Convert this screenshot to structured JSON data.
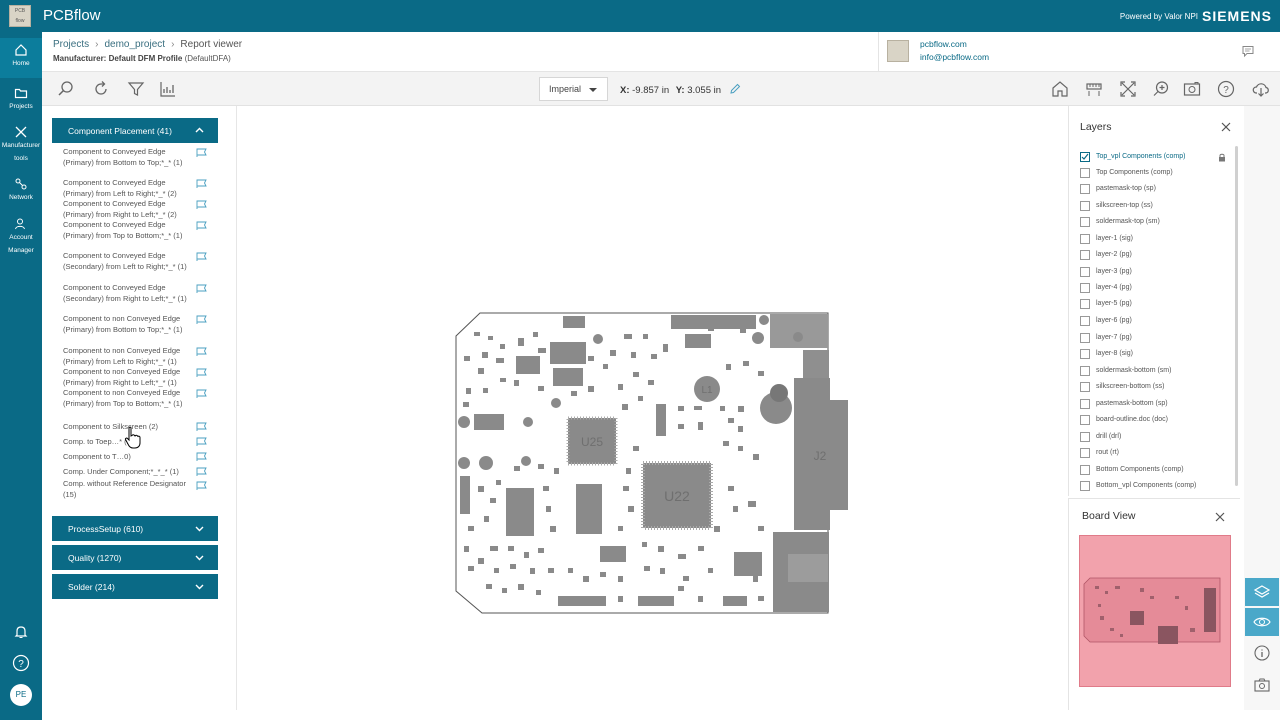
{
  "app": {
    "logo_text": "PCB flow",
    "title": "PCBflow",
    "powered_by": "Powered by Valor NPI",
    "brand": "SIEMENS"
  },
  "nav": {
    "items": [
      {
        "label": "Home"
      },
      {
        "label": "Projects"
      },
      {
        "label": "Manufacturer tools"
      },
      {
        "label": "Network"
      },
      {
        "label": "Account Manager"
      }
    ],
    "footer_avatar": "PE"
  },
  "header": {
    "breadcrumb": [
      "Projects",
      "demo_project",
      "Report viewer"
    ],
    "manufacturer_label": "Manufacturer: Default DFM Profile",
    "manufacturer_suffix": "(DefaultDFA)",
    "contact_web": "pcbflow.com",
    "contact_mail": "info@pcbflow.com"
  },
  "toolbar": {
    "unit": "Imperial",
    "x_label": "X:",
    "x_value": "-9.857 in",
    "y_label": "Y:",
    "y_value": "3.055 in"
  },
  "categories": {
    "component_placement": "Component Placement (41)",
    "process_setup": "ProcessSetup (610)",
    "quality": "Quality (1270)",
    "solder": "Solder (214)"
  },
  "rules": [
    "Component to Conveyed Edge (Primary) from Bottom to Top;*_* (1)",
    "Component to Conveyed Edge (Primary) from Left to Right;*_* (2)",
    "Component to Conveyed Edge (Primary) from Right to Left;*_* (2)",
    "Component to Conveyed Edge (Primary) from Top to Bottom;*_* (1)",
    "Component to Conveyed Edge (Secondary) from Left to Right;*_* (1)",
    "Component to Conveyed Edge (Secondary) from Right to Left;*_* (1)",
    "Component to non Conveyed Edge (Primary) from Bottom to Top;*_* (1)",
    "Component to non Conveyed Edge (Primary) from Left to Right;*_* (1)",
    "Component to non Conveyed Edge (Primary) from Right to Left;*_* (1)",
    "Component to non Conveyed Edge (Primary) from Top to Bottom;*_* (1)",
    "Component to Silkscreen (2)",
    "Comp. to Toep…* (1)",
    "Component to T…0)",
    "Comp. Under Component;*_*_* (1)",
    "Comp. without Reference Designator (15)"
  ],
  "layers": {
    "title": "Layers",
    "items": [
      {
        "label": "Top_vpl Components (comp)",
        "checked": true
      },
      {
        "label": "Top Components (comp)"
      },
      {
        "label": "pastemask-top (sp)"
      },
      {
        "label": "silkscreen-top (ss)"
      },
      {
        "label": "soldermask-top (sm)"
      },
      {
        "label": "layer-1 (sig)"
      },
      {
        "label": "layer-2 (pg)"
      },
      {
        "label": "layer-3 (pg)"
      },
      {
        "label": "layer-4 (pg)"
      },
      {
        "label": "layer-5 (pg)"
      },
      {
        "label": "layer-6 (pg)"
      },
      {
        "label": "layer-7 (pg)"
      },
      {
        "label": "layer-8 (sig)"
      },
      {
        "label": "soldermask-bottom (sm)"
      },
      {
        "label": "silkscreen-bottom (ss)"
      },
      {
        "label": "pastemask-bottom (sp)"
      },
      {
        "label": "board-outline.doc (doc)"
      },
      {
        "label": "drill (drl)"
      },
      {
        "label": "rout (rt)"
      },
      {
        "label": "Bottom Components (comp)"
      },
      {
        "label": "Bottom_vpl Components (comp)"
      }
    ]
  },
  "board_view": {
    "title": "Board View"
  },
  "board": {
    "refdes": [
      "U25",
      "U22",
      "J2",
      "L1"
    ]
  },
  "colors": {
    "primary": "#0a6a86",
    "board_fill": "#f2a2ac",
    "component_gray": "#8a8a8a"
  }
}
